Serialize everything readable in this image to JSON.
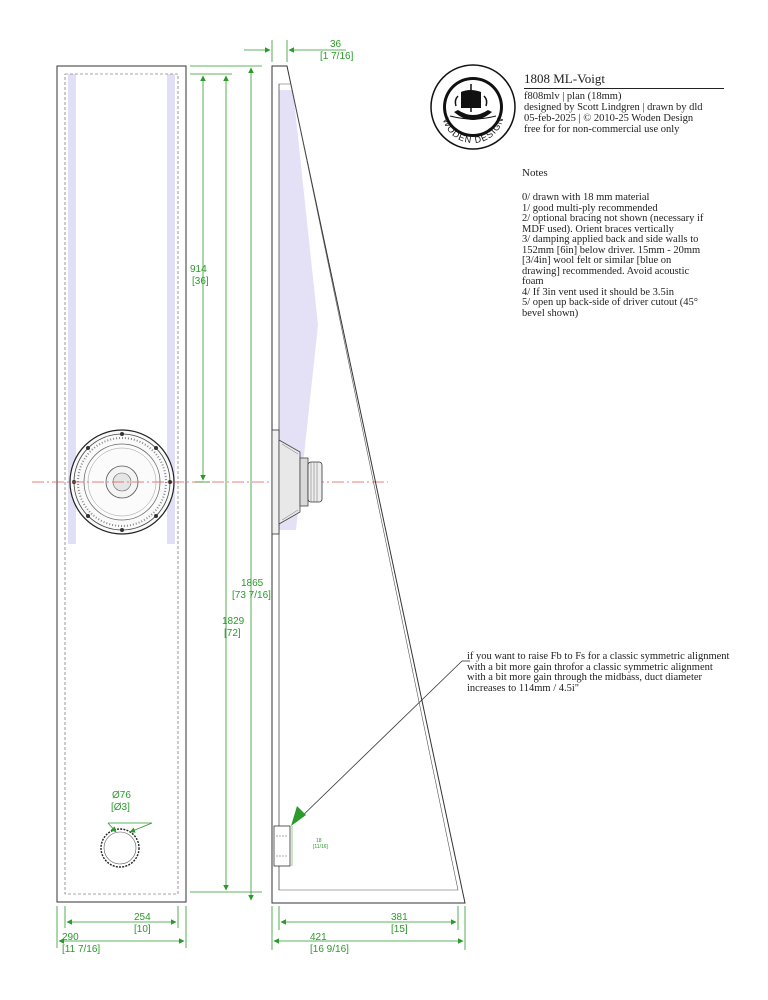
{
  "title_block": {
    "logo_text": "WODEN DESIGN",
    "title": "1808 ML-Voigt",
    "lines": [
      "f808mlv | plan (18mm)",
      "designed by Scott Lindgren | drawn by dld",
      "05-feb-2025 | © 2010-25 Woden Design",
      "free for for non-commercial use only"
    ]
  },
  "notes": {
    "heading": "Notes",
    "items": [
      "0/ drawn with 18 mm material",
      "1/ good multi-ply recommended",
      "2/ optional bracing not shown (necessary if",
      "MDF used). Orient braces vertically",
      "3/ damping applied back and side walls to",
      "152mm [6in] below driver. 15mm - 20mm",
      "[3/4in] wool felt or similar [blue on",
      "drawing] recommended. Avoid acoustic",
      "foam",
      "4/ If  3in vent used it should be 3.5in",
      "5/ open up back-side of driver cutout (45°",
      "bevel shown)"
    ]
  },
  "callout": {
    "lines": [
      "if you want to raise Fb to Fs for a classic symmetric alignment",
      "with a bit more gain throfor a classic symmetric alignment",
      "with a bit more gain through the midbass, duct diameter",
      "increases to 114mm / 4.5i\""
    ]
  },
  "dimensions": {
    "top_offset": {
      "mm": "36",
      "in": "[1 7/16]"
    },
    "driver_height": {
      "mm": "914",
      "in": "[36]"
    },
    "inner_height": {
      "mm": "1829",
      "in": "[72]"
    },
    "outer_height": {
      "mm": "1865",
      "in": "[73 7/16]"
    },
    "vent_diameter": {
      "mm": "Ø76",
      "in": "[Ø3]"
    },
    "inner_width": {
      "mm": "254",
      "in": "[10]"
    },
    "outer_width": {
      "mm": "290",
      "in": "[11 7/16]"
    },
    "inner_depth": {
      "mm": "381",
      "in": "[15]"
    },
    "outer_depth": {
      "mm": "421",
      "in": "[16 9/16]"
    },
    "vent_small": {
      "mm": "18",
      "in": "[11/16]"
    }
  },
  "colors": {
    "line": "#333333",
    "dimension": "#2a9a2a",
    "centerline": "#e05a50",
    "damping": "#c9c4ee"
  }
}
